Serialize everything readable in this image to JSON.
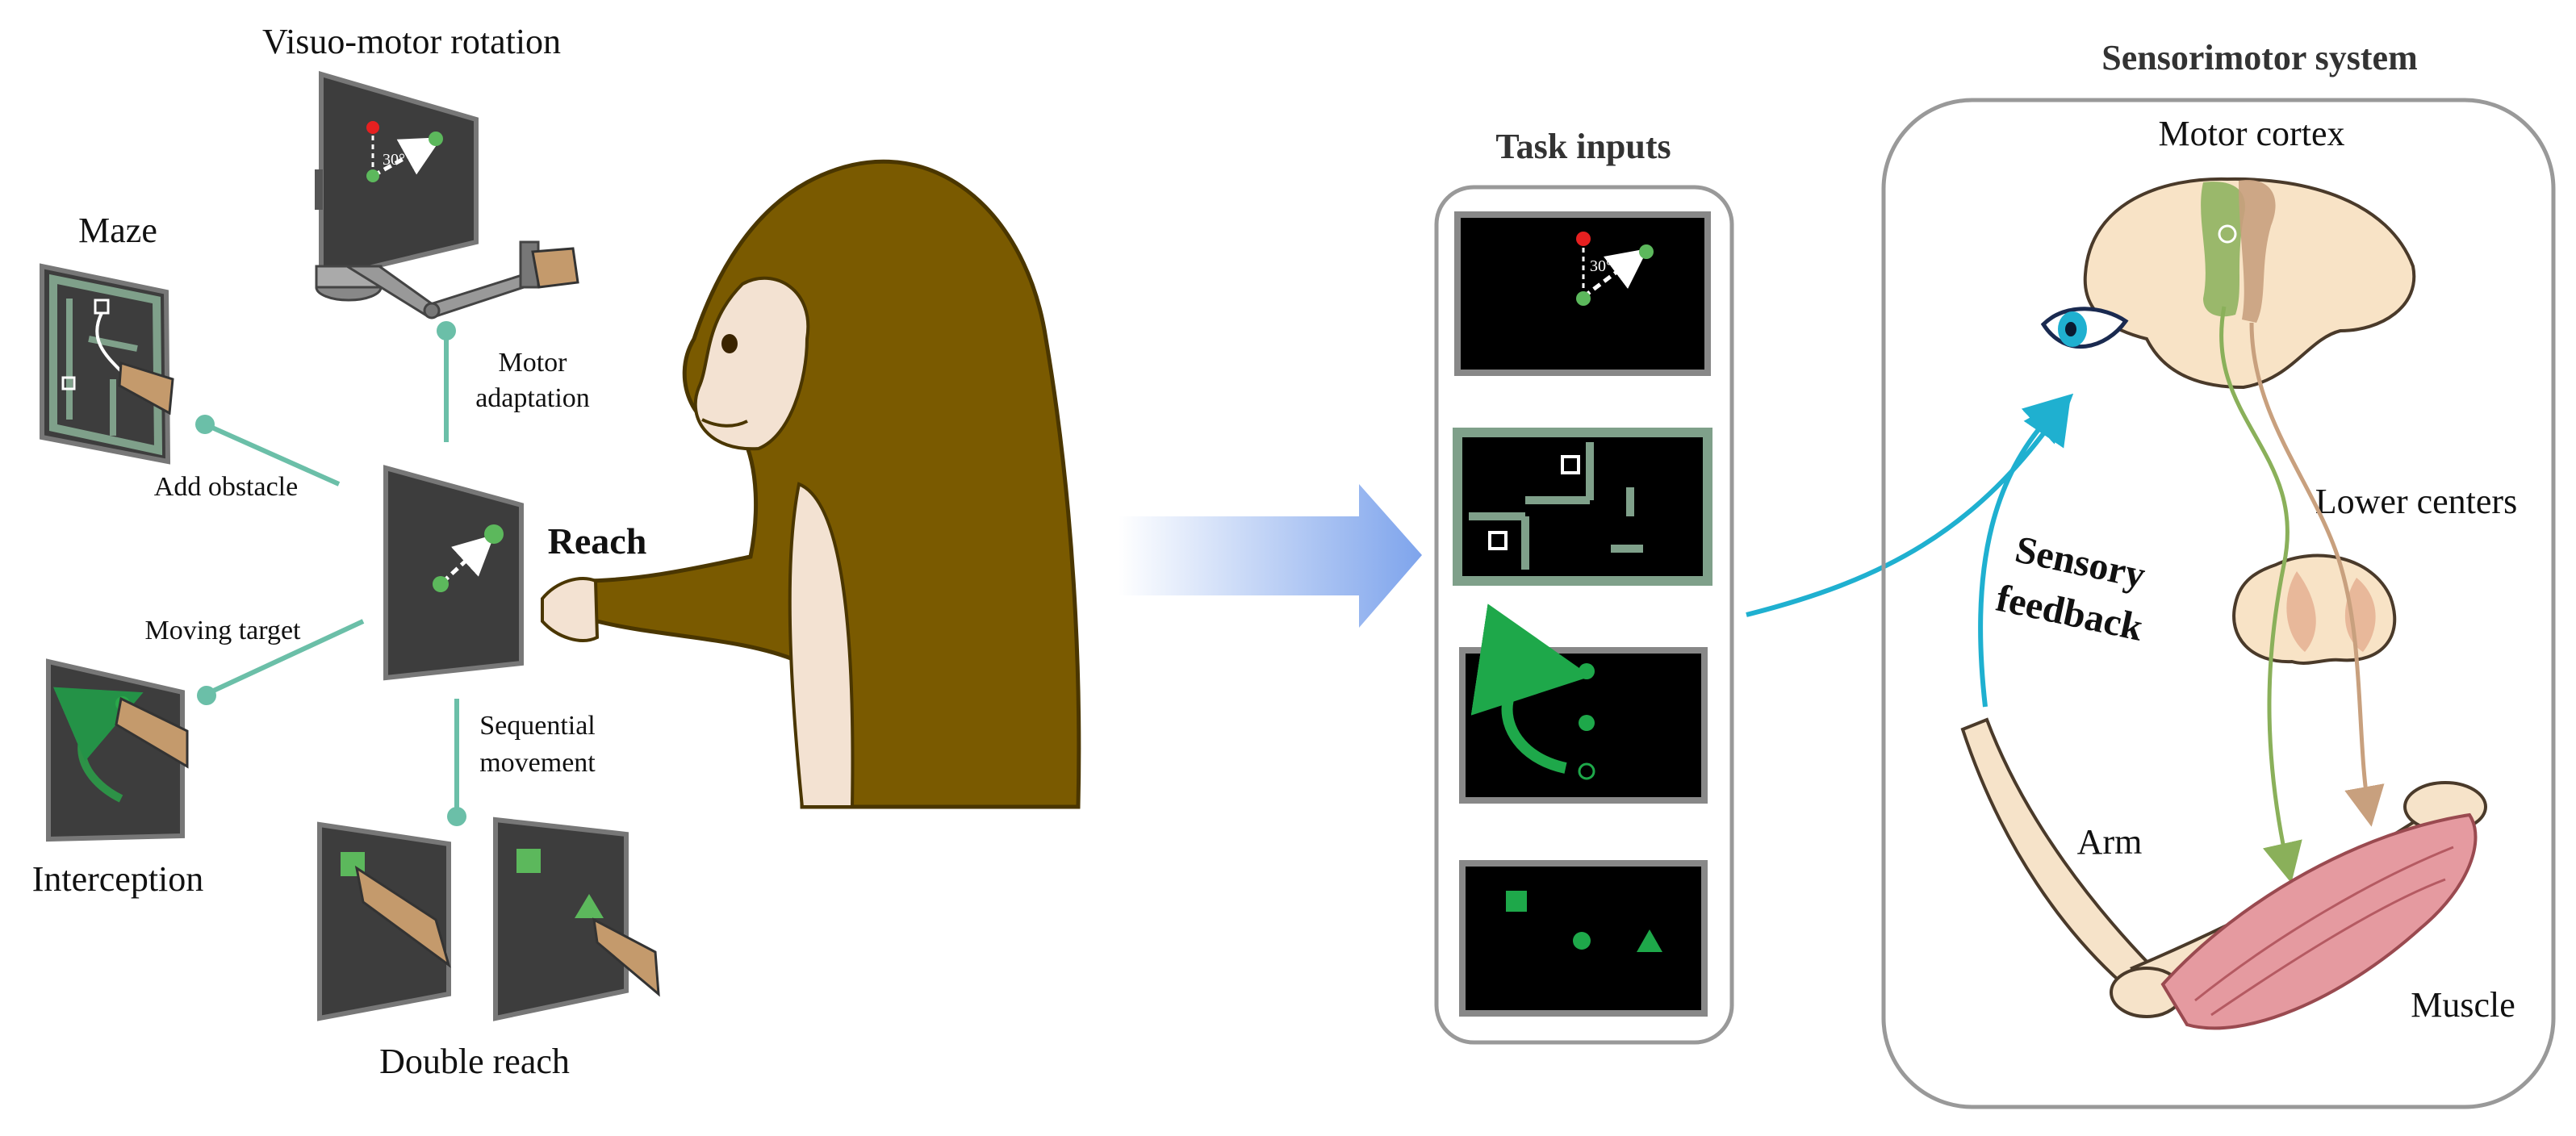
{
  "left_panel": {
    "center_task": "Reach",
    "tasks": {
      "visuomotor": "Visuo-motor rotation",
      "maze": "Maze",
      "interception": "Interception",
      "double_reach": "Double reach"
    },
    "connectors": {
      "motor_adaptation": [
        "Motor",
        "adaptation"
      ],
      "add_obstacle": "Add obstacle",
      "moving_target": "Moving target",
      "sequential_movement": [
        "Sequential",
        "movement"
      ]
    },
    "rotation_angle": "30°"
  },
  "task_inputs": {
    "title": "Task inputs",
    "rotation_angle": "30°"
  },
  "sensorimotor": {
    "title": "Sensorimotor system",
    "motor_cortex": "Motor cortex",
    "lower_centers": "Lower centers",
    "arm": "Arm",
    "muscle": "Muscle",
    "sensory_feedback": [
      "Sensory",
      "feedback"
    ]
  },
  "colors": {
    "connector": "#6bbfa8",
    "screen": "#3d3d3d",
    "screen_black": "#000000",
    "target_green": "#5cb85c",
    "start_red": "#e62020",
    "monkey_fur": "#7a5a00",
    "monkey_skin": "#f3e2d2",
    "arrow_blue": "#8fb3ee",
    "feedback_cyan": "#1fb0d0",
    "maze_wall": "#7fa08a",
    "muscle_pink": "#e59aa0",
    "bone": "#f6e3c9",
    "brain": "#f8e3c6",
    "motor_strip": "#8ab05a",
    "nerve_tan": "#c8a07e"
  }
}
